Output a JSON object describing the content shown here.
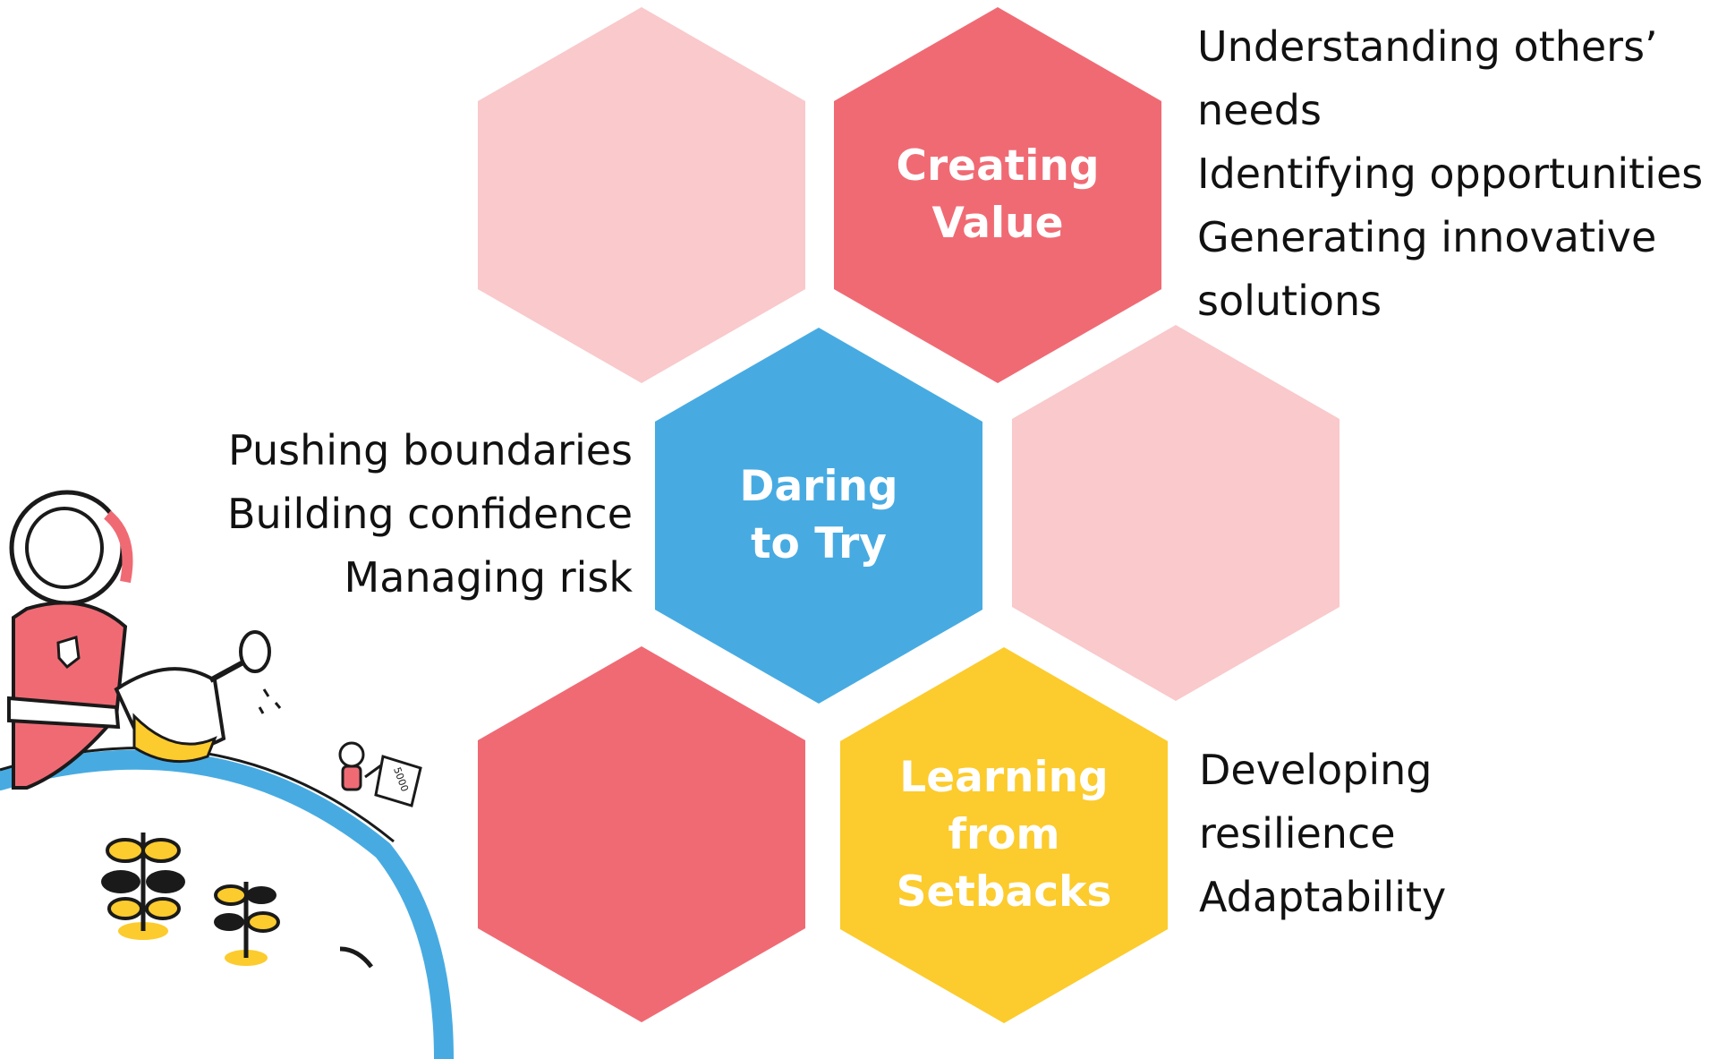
{
  "colors": {
    "pale_pink": "#f9c9cb",
    "coral": "#f06a74",
    "blue": "#47abe2",
    "yellow": "#fccb2d",
    "text": "#111111"
  },
  "hexagons": {
    "top_left": {
      "title": "",
      "color": "#f9c9cb"
    },
    "creating_value": {
      "title": "Creating\nValue",
      "color": "#f06a74"
    },
    "daring_to_try": {
      "title": "Daring\nto Try",
      "color": "#47abe2"
    },
    "middle_right": {
      "title": "",
      "color": "#f9c9cb"
    },
    "bottom_left": {
      "title": "",
      "color": "#f06a74"
    },
    "learning_from_setbacks": {
      "title": "Learning\nfrom\nSetbacks",
      "color": "#fccb2d"
    }
  },
  "creating_value_lines": [
    "Understanding others’",
    "needs",
    "Identifying opportunities",
    "Generating innovative",
    "solutions"
  ],
  "daring_to_try_lines": [
    "Pushing boundaries",
    "Building confidence",
    "Managing risk"
  ],
  "learning_from_setbacks_lines": [
    "Developing",
    "resilience",
    "Adaptability"
  ],
  "illustration": {
    "description_icon": "astronaut-watering-plants-icon",
    "flag_text": "5000"
  }
}
